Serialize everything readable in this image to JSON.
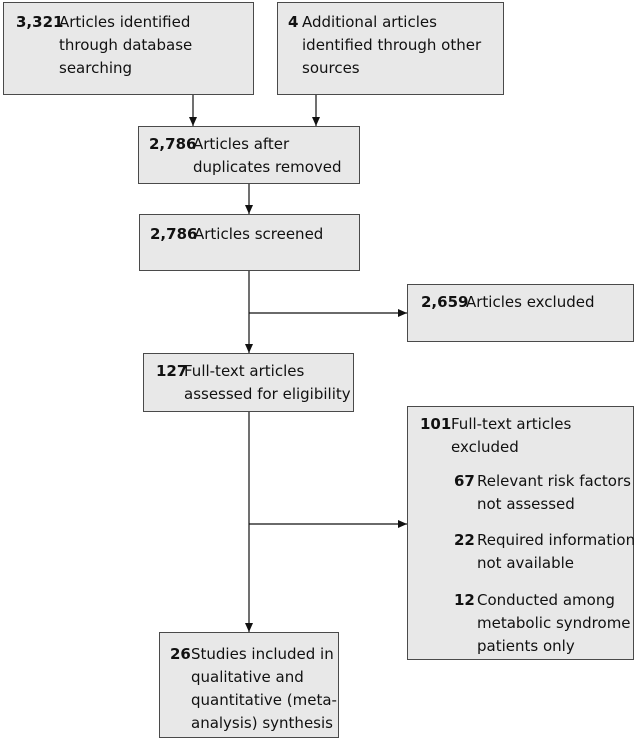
{
  "boxes": {
    "database": {
      "number": "3,321",
      "line1": "Articles identified",
      "line2": "through database",
      "line3": "searching"
    },
    "other": {
      "number": "4",
      "line1": "Additional articles",
      "line2": "identified through other",
      "line3": "sources"
    },
    "duplicates": {
      "number": "2,786",
      "line1": "Articles after",
      "line2": "duplicates removed"
    },
    "screened": {
      "number": "2,786",
      "line1": "Articles screened"
    },
    "excluded": {
      "number": "2,659",
      "line1": "Articles excluded"
    },
    "fulltext": {
      "number": "127",
      "line1": "Full-text articles",
      "line2": "assessed for eligibility"
    },
    "ft_excluded": {
      "number": "101",
      "line1": "Full-text articles",
      "line2": "excluded",
      "reasons": [
        {
          "number": "67",
          "line1": "Relevant risk factors",
          "line2": "not assessed"
        },
        {
          "number": "22",
          "line1": "Required information",
          "line2": "not available"
        },
        {
          "number": "12",
          "line1": "Conducted among",
          "line2": "metabolic syndrome",
          "line3": "patients only"
        }
      ]
    },
    "included": {
      "number": "26",
      "line1": "Studies included in",
      "line2": "qualitative and",
      "line3": "quantitative (meta-",
      "line4": "analysis) synthesis"
    }
  }
}
